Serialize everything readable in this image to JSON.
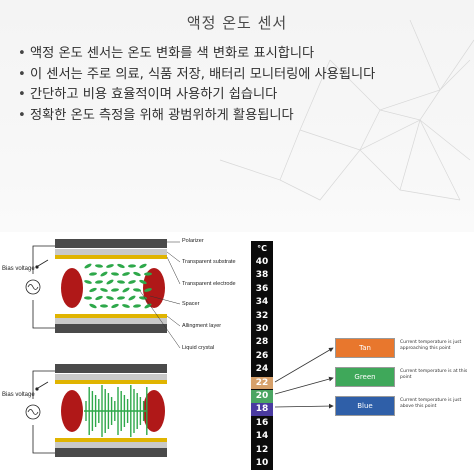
{
  "slide": {
    "title": "액정 온도 센서",
    "bullets": [
      "액정 온도 센서는 온도 변화를 색 변화로 표시합니다",
      "이 센서는 주로 의료, 식품 저장, 배터리 모니터링에 사용됩니다",
      "간단하고 비용 효율적이며 사용하기 쉽습니다",
      "정확한 온도 측정을 위해 광범위하게 활용됩니다"
    ]
  },
  "lcd_diagram": {
    "bias_voltage_top": "Bias voltage",
    "bias_voltage_bottom": "Bias voltage",
    "layers": {
      "polarizer": "Polarizer",
      "transparent_substrate": "Transparent substrate",
      "transparent_electrode": "Transparent electrode",
      "spacer": "Spacer",
      "alignment_layer": "Allingment layer",
      "liquid_crystal": "Liquid crystal"
    }
  },
  "thermometer": {
    "unit": "°C",
    "scale": [
      "40",
      "38",
      "36",
      "34",
      "32",
      "30",
      "28",
      "26",
      "24",
      "22",
      "20",
      "18",
      "16",
      "14",
      "12",
      "10"
    ],
    "highlight": {
      "22": {
        "label": "Tan",
        "color": "#e8772d"
      },
      "20": {
        "label": "Green",
        "color": "#3fa85a"
      },
      "18": {
        "label": "Blue",
        "color": "#2f5fa8"
      }
    },
    "strip_highlight_colors": {
      "22": "#d6a06a",
      "20": "#4aa562",
      "18": "#4a3aa0"
    },
    "states": [
      {
        "label": "Tan",
        "color": "#e8772d",
        "note": "Current temperature is just approaching this point"
      },
      {
        "label": "Green",
        "color": "#3fa85a",
        "note": "Current temperature is at this point"
      },
      {
        "label": "Blue",
        "color": "#2f5fa8",
        "note": "Current temperature is just above this point"
      }
    ]
  }
}
